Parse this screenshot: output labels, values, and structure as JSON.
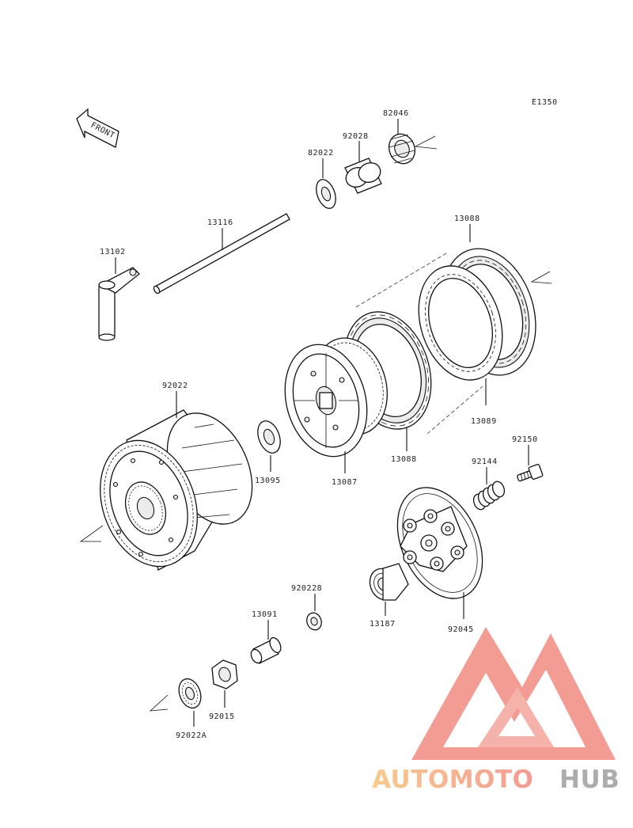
{
  "diagram_code": "E1350",
  "front_label": "FRONT",
  "parts": [
    {
      "id": "p82046",
      "number": "82046"
    },
    {
      "id": "p92028",
      "number": "92028"
    },
    {
      "id": "p82022",
      "number": "82022"
    },
    {
      "id": "p13116",
      "number": "13116"
    },
    {
      "id": "p13102",
      "number": "13102"
    },
    {
      "id": "p13088a",
      "number": "13088"
    },
    {
      "id": "p13089",
      "number": "13089"
    },
    {
      "id": "p13088b",
      "number": "13088"
    },
    {
      "id": "p13087",
      "number": "13087"
    },
    {
      "id": "p13095",
      "number": "13095"
    },
    {
      "id": "p92022",
      "number": "92022"
    },
    {
      "id": "p92150",
      "number": "92150"
    },
    {
      "id": "p92144",
      "number": "92144"
    },
    {
      "id": "p92045",
      "number": "92045"
    },
    {
      "id": "p13187",
      "number": "13187"
    },
    {
      "id": "p920228",
      "number": "920228"
    },
    {
      "id": "p13091",
      "number": "13091"
    },
    {
      "id": "p92015",
      "number": "92015"
    },
    {
      "id": "p92022A",
      "number": "92022A"
    }
  ],
  "watermark": {
    "brand_part1": "AUTOMOTO",
    "brand_part2": "HUB",
    "color_primary": "#f28b82",
    "color_secondary": "#f6c27a",
    "color_tertiary": "#9e9e9e"
  }
}
